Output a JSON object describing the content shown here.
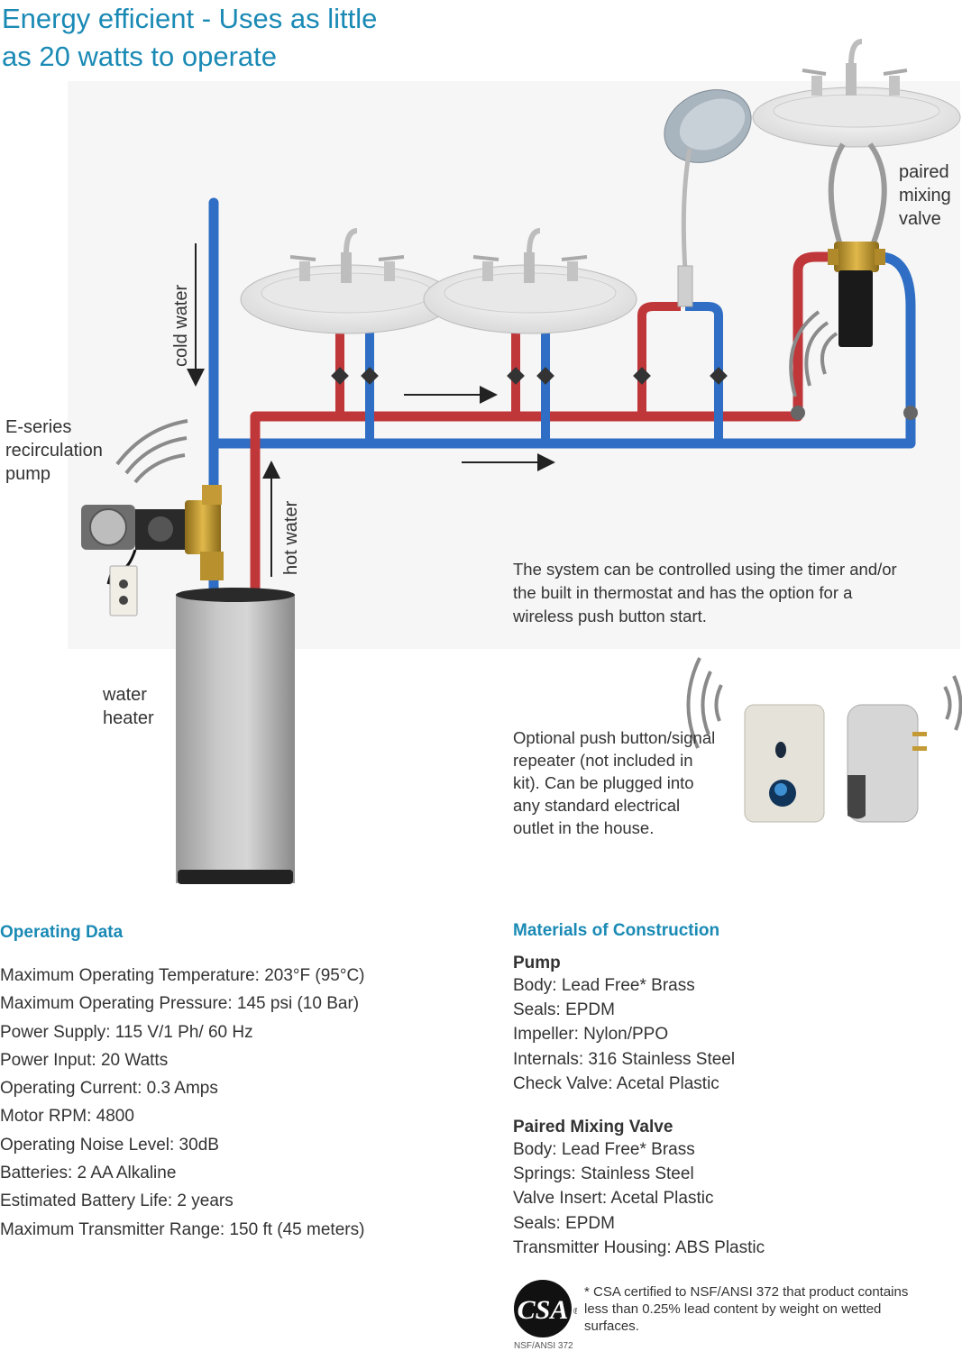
{
  "title": {
    "line1": "Energy efficient - Uses as little",
    "line2": "as 20 watts to operate"
  },
  "labels": {
    "cold_water": "cold water",
    "hot_water": "hot water",
    "paired_mixing_valve": [
      "paired",
      "mixing",
      "valve"
    ],
    "pump": [
      "E-series",
      "recirculation",
      "pump"
    ],
    "water_heater": [
      "water",
      "heater"
    ]
  },
  "note": "The system can be controlled using the timer and/or the built in thermostat and has the option for a wireless push button start.",
  "optional": "Optional push button/signal repeater (not included in kit). Can be plugged into any standard electrical outlet in the house.",
  "operating": {
    "heading": "Operating Data",
    "items": [
      "Maximum Operating Temperature: 203°F (95°C)",
      "Maximum Operating Pressure: 145 psi (10 Bar)",
      "Power Supply: 115 V/1 Ph/ 60 Hz",
      "Power Input: 20 Watts",
      "Operating Current: 0.3 Amps",
      "Motor RPM: 4800",
      "Operating Noise Level: 30dB",
      "Batteries: 2 AA Alkaline",
      "Estimated Battery Life: 2 years",
      "Maximum Transmitter Range: 150 ft (45 meters)"
    ]
  },
  "materials": {
    "heading": "Materials of Construction",
    "pump_title": "Pump",
    "pump_items": [
      "Body: Lead Free* Brass",
      "Seals: EPDM",
      "Impeller: Nylon/PPO",
      "Internals: 316 Stainless Steel",
      "Check Valve: Acetal Plastic"
    ],
    "valve_title": "Paired Mixing Valve",
    "valve_items": [
      "Body: Lead Free* Brass",
      "Springs: Stainless Steel",
      "Valve Insert: Acetal Plastic",
      "Seals: EPDM",
      "Transmitter Housing: ABS Plastic"
    ]
  },
  "footnote": "* CSA certified to NSF/ANSI 372 that product contains less than 0.25% lead content by weight on wetted surfaces.",
  "certification": {
    "logo_text": "CSA",
    "registered": "®",
    "label": "NSF/ANSI 372"
  },
  "colors": {
    "accent": "#1a8ab5",
    "hot_pipe": "#c0373a",
    "cold_pipe": "#2f6ec4"
  }
}
